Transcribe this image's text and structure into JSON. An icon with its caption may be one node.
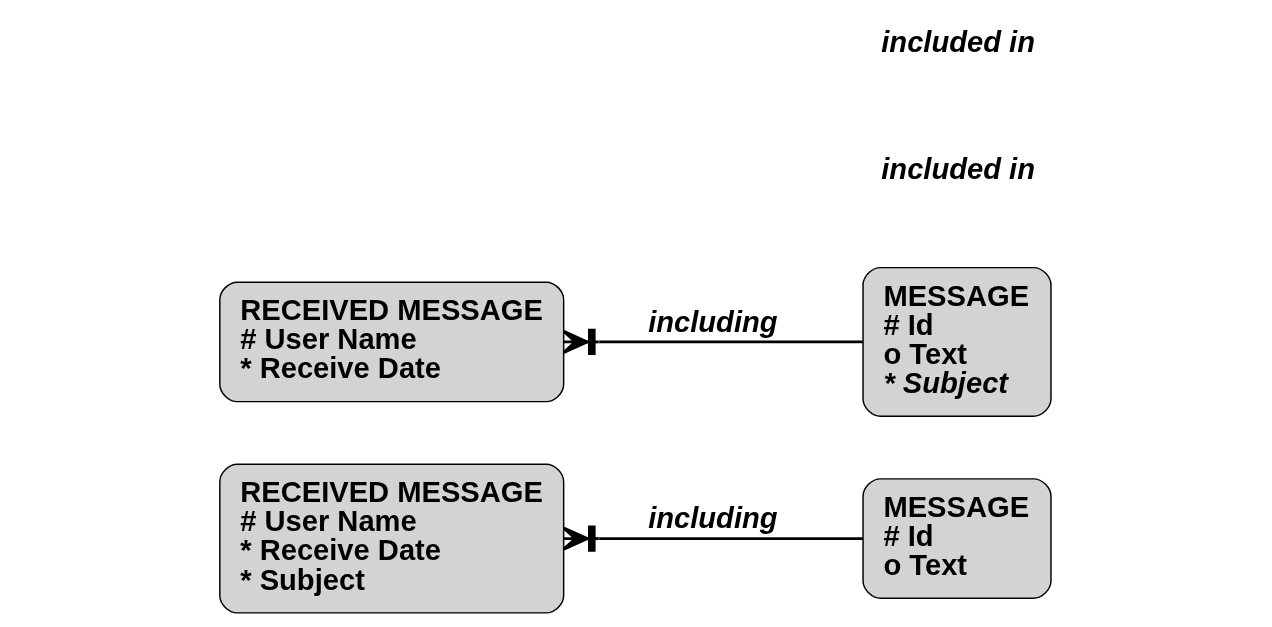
{
  "diagram": {
    "nodes": [
      {
        "text": [
          "RECEIVED MESSAGE",
          "# User Name",
          "* Receive Date",
          "* Subject"
        ]
      },
      {
        "text": [
          "MESSAGE",
          "# Id",
          "o Text"
        ]
      },
      {
        "text": [
          "RECEIVED MESSAGE",
          "# User Name",
          "* Receive Date"
        ]
      },
      {
        "text": [
          "MESSAGE",
          "# Id",
          "o Text",
          "* Subject"
        ]
      }
    ],
    "edges": [
      {
        "from": 0,
        "to": 1,
        "arrow": "other",
        "label": "including"
      },
      {
        "from": 2,
        "to": 3,
        "arrow": "other",
        "label": "including"
      }
    ],
    "labels": [
      "included in",
      "included in"
    ]
  }
}
